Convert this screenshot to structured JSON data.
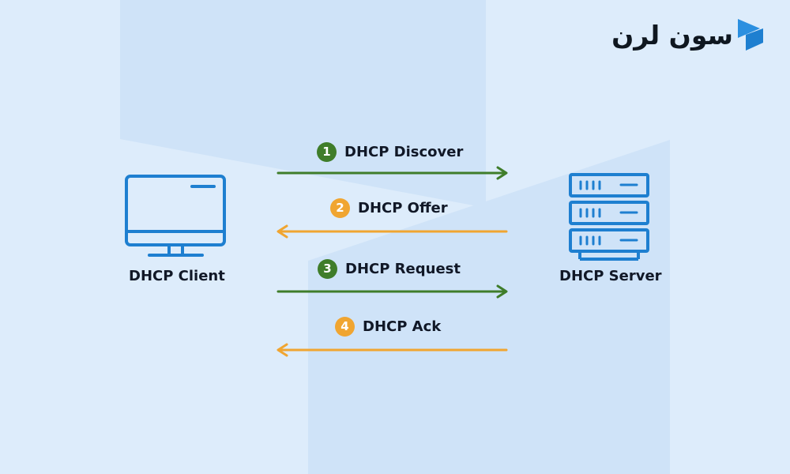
{
  "brand": {
    "logo_text": "سون لرن",
    "accent_color": "#1e7fd0"
  },
  "diagram": {
    "client": {
      "label": "DHCP Client",
      "icon": "monitor-icon"
    },
    "server": {
      "label": "DHCP Server",
      "icon": "server-rack-icon"
    },
    "steps": [
      {
        "number": "1",
        "label": "DHCP Discover",
        "direction": "client-to-server",
        "color": "#3f7d2a"
      },
      {
        "number": "2",
        "label": "DHCP Offer",
        "direction": "server-to-client",
        "color": "#f0a531"
      },
      {
        "number": "3",
        "label": "DHCP Request",
        "direction": "client-to-server",
        "color": "#3f7d2a"
      },
      {
        "number": "4",
        "label": "DHCP Ack",
        "direction": "server-to-client",
        "color": "#f0a531"
      }
    ],
    "colors": {
      "background": "#ddecfb",
      "icon_stroke": "#1e7fd0",
      "request_arrow": "#3f7d2a",
      "response_arrow": "#f0a531"
    }
  }
}
